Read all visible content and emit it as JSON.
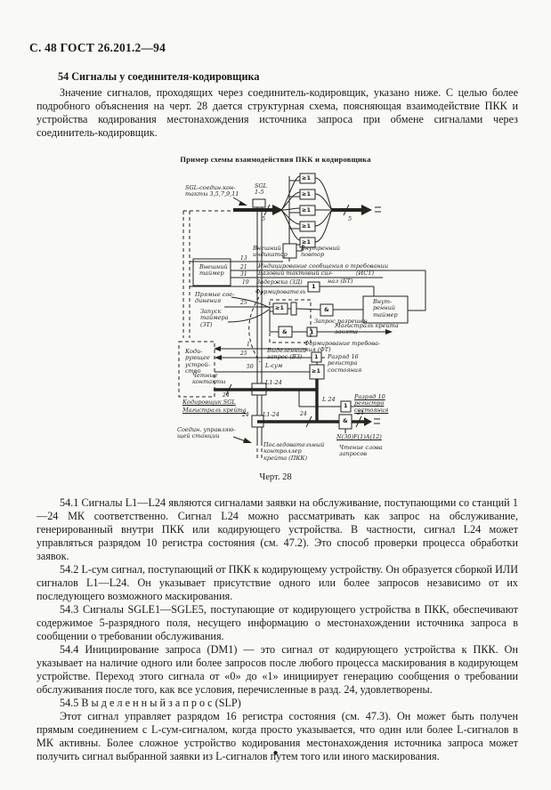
{
  "page": {
    "header": "С. 48 ГОСТ 26.201.2—94",
    "section_heading": "54 Сигналы у соединителя-кодировщика",
    "intro": "Значение сигналов, проходящих через соединитель-кодировщик, указано ниже. С целью более подробного объяснения на черт. 28 дается структурная схема, поясняющая взаимодействие ПКК и устройства кодирования местонахождения источника запроса при обмене сигналами через соединитель-кодировщик.",
    "footer_mark": "●"
  },
  "figure": {
    "title": "Пример схемы взаимодействия ПКК и кодировщика",
    "caption": "Черт. 28",
    "labels": {
      "sgl_contacts": "SGL-соедин.кон-\nтакты 3,5,7,9,11",
      "sgl_15": "SGL\n1-5",
      "five_in": "5",
      "five_out": "5",
      "ext_indicator": "Внешний\nиндикатор",
      "int_repeat": "Внутренний\nповтор",
      "ist": "Индицирование сообщения о требовании",
      "ist2": "(ИСТ)",
      "bt": "Базовый тактовый сиг-",
      "bt2": "нал (БТ)",
      "zd": "Задержка (ЗД)",
      "shaper": "Формирователь",
      "ext_timer": "Внешний\nтаймер",
      "direct_conn": "Прямые сое-\nдинения",
      "timer_start": "Запуск\nтаймера\n(ЗТ)",
      "int_timer": "Внут-\nренний\nтаймер",
      "req_allowed": "Запрос разрешен",
      "crate_busy": "Магистраль крейта\nзанята",
      "ft": "Формирование требова-\nния (ФТ)",
      "vz": "Выделенный\nзапрос (ВЗ)",
      "bit16": "Разряд 16\nрегистра\nсостояния",
      "lsum": "L-сум",
      "coding_device": "Коди-\nрующее\nустрой-\nство",
      "even_contacts": "Четные\nконтакты",
      "l1_24_top": "L1-24",
      "encoder_sgl": "Кодировщик SGL",
      "crate_highway": "Магистраль крейта",
      "l24": "L 24",
      "bit10": "Разряд 10\nрегистра\nсостояния",
      "l1_24_bottom": "L1-24",
      "station_conn": "Соедин. управляю-\nщей станции",
      "pkk": "Последовательный\nконтроллер\nкрейта (ПКК)",
      "naf": "N(30)F(1)A(12)",
      "read_word": "Чтение слова\nзапросов"
    },
    "glyphs": {
      "or": "≥1",
      "and": "&",
      "one": "1"
    },
    "pins": {
      "p13": "13",
      "p21": "21",
      "p31": "31",
      "p19": "19",
      "p25a": "25",
      "p1": "1",
      "p25b": "25",
      "p50": "50",
      "p24bus": "24",
      "p24top": "24",
      "p24mid": "24",
      "p24out": "24"
    }
  },
  "paragraphs": {
    "p54_1": "54.1 Сигналы L1—L24 являются сигналами заявки на обслуживание, поступающими со станций 1—24 МК соответственно. Сигнал L24 можно рассматривать как запрос на обслуживание, генерированный внутри ПКК или кодирующего устройства. В частности, сигнал L24 может управляться разрядом 10 регистра состояния (см. 47.2). Это способ проверки процесса обработки заявок.",
    "p54_2": "54.2 L-сум сигнал, поступающий от ПКК к кодирующему устройству. Он образуется сборкой ИЛИ сигналов L1—L24. Он указывает присутствие одного или более запросов независимо от их последующего возможного маскирования.",
    "p54_3": "54.3 Сигналы SGLE1—SGLE5, поступающие от кодирующего устройства в ПКК, обеспечивают содержимое 5-разрядного поля, несущего информацию о местонахождении источника запроса в сообщении о требовании обслуживания.",
    "p54_4": "54.4 Инициирование запроса (DM1) — это сигнал от кодирующего устройства к ПКК. Он указывает на наличие одного или более запросов после любого процесса маскирования в кодирующем устройстве. Переход этого сигнала от «0» до «1» инициирует генерацию сообщения о требовании обслуживания после того, как все условия, перечисленные в разд. 24, удовлетворены.",
    "p54_5_head": "54.5 В ы д е л е н н ы й   з а п р о с  (SLP)",
    "p54_5_body": "Этот сигнал управляет разрядом 16 регистра состояния (см. 47.3). Он может быть получен прямым соединением с L-сум-сигналом, когда просто указывается, что один или более L-сигналов в МК активны. Более сложное устройство кодирования местонахождения источника запроса может получить сигнал выбранной заявки из L-сигналов путем того или иного маскирования."
  }
}
